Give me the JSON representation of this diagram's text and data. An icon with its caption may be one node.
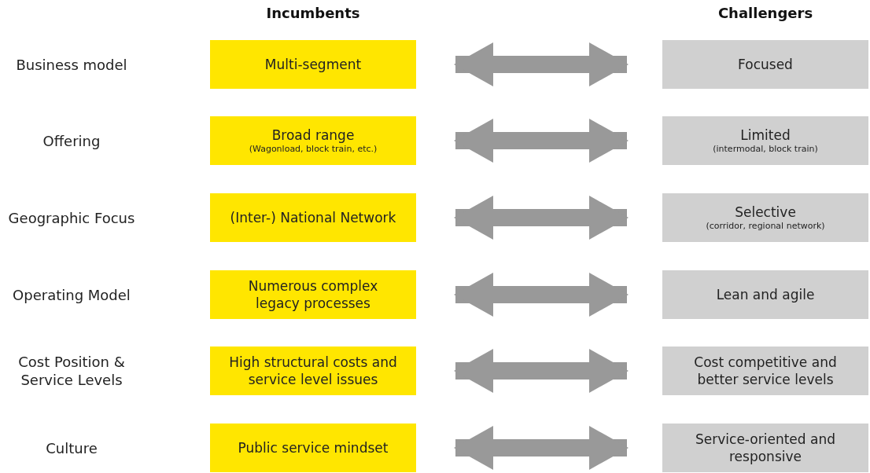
{
  "diagram": {
    "nodes": [
      {
        "text": [
          "Multi-segment"
        ]
      },
      {
        "text": [
          "Focused"
        ]
      },
      {
        "text": [
          "Broad range",
          "(Wagonload, block train, etc.)"
        ]
      },
      {
        "text": [
          "Limited",
          "(intermodal, block train)"
        ]
      },
      {
        "text": [
          "(Inter-) National Network"
        ]
      },
      {
        "text": [
          "Selective",
          "(corridor, regional network)"
        ]
      },
      {
        "text": [
          "Numerous complex legacy processes"
        ]
      },
      {
        "text": [
          "Lean and agile"
        ]
      },
      {
        "text": [
          "High structural costs and service level issues"
        ]
      },
      {
        "text": [
          "Cost competitive and better service levels"
        ]
      },
      {
        "text": [
          "Public service mindset"
        ]
      },
      {
        "text": [
          "Service-oriented and responsive"
        ]
      }
    ],
    "edges": [
      {
        "from": 0,
        "to": 1,
        "arrow": "both"
      },
      {
        "from": 2,
        "to": 3,
        "arrow": "both"
      },
      {
        "from": 4,
        "to": 5,
        "arrow": "both"
      },
      {
        "from": 6,
        "to": 7,
        "arrow": "both"
      },
      {
        "from": 8,
        "to": 9,
        "arrow": "both"
      },
      {
        "from": 10,
        "to": 11,
        "arrow": "both"
      }
    ],
    "labels": [
      "Incumbents",
      "Challengers",
      "Business model",
      "Offering",
      "Geographic Focus",
      "Operating Model",
      "Cost Position & Service Levels",
      "Culture"
    ]
  }
}
